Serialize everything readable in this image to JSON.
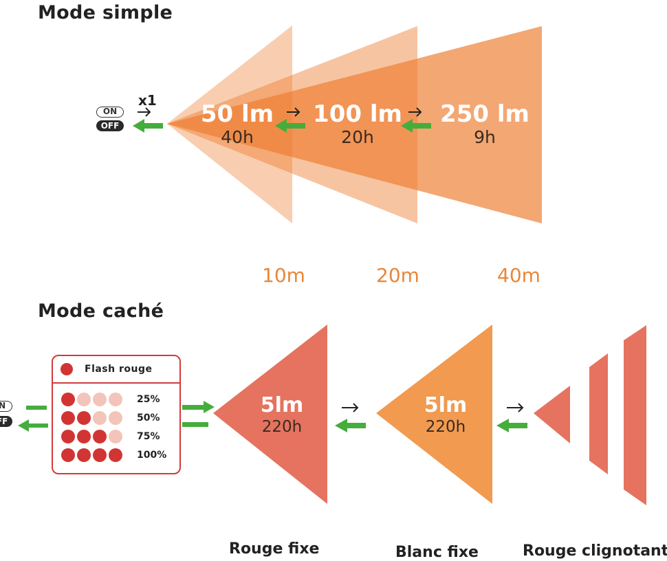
{
  "mode_simple": {
    "title": "Mode simple",
    "on_label": "ON",
    "off_label": "OFF",
    "press_count": "x1",
    "levels": [
      {
        "lumen": "50 lm",
        "duration": "40h",
        "distance": "10m"
      },
      {
        "lumen": "100 lm",
        "duration": "20h",
        "distance": "20m"
      },
      {
        "lumen": "250 lm",
        "duration": "9h",
        "distance": "40m"
      }
    ]
  },
  "mode_cache": {
    "title": "Mode caché",
    "on_label": "ON",
    "off_label": "OFF",
    "battery_panel": {
      "header": "Flash rouge",
      "rows": [
        {
          "filled": 1,
          "label": "25%"
        },
        {
          "filled": 2,
          "label": "50%"
        },
        {
          "filled": 3,
          "label": "75%"
        },
        {
          "filled": 4,
          "label": "100%"
        }
      ]
    },
    "levels": [
      {
        "lumen": "5lm",
        "duration": "220h",
        "label": "Rouge fixe"
      },
      {
        "lumen": "5lm",
        "duration": "220h",
        "label": "Blanc fixe"
      },
      {
        "label": "Rouge clignotant"
      }
    ]
  },
  "colors": {
    "beam_orange": "#ee7d30",
    "red_beam": "#e5735f",
    "orange_beam": "#f19a50",
    "green_arrow": "#45ad3c",
    "panel_red": "#d23a3a",
    "distance_text": "#e98638"
  }
}
